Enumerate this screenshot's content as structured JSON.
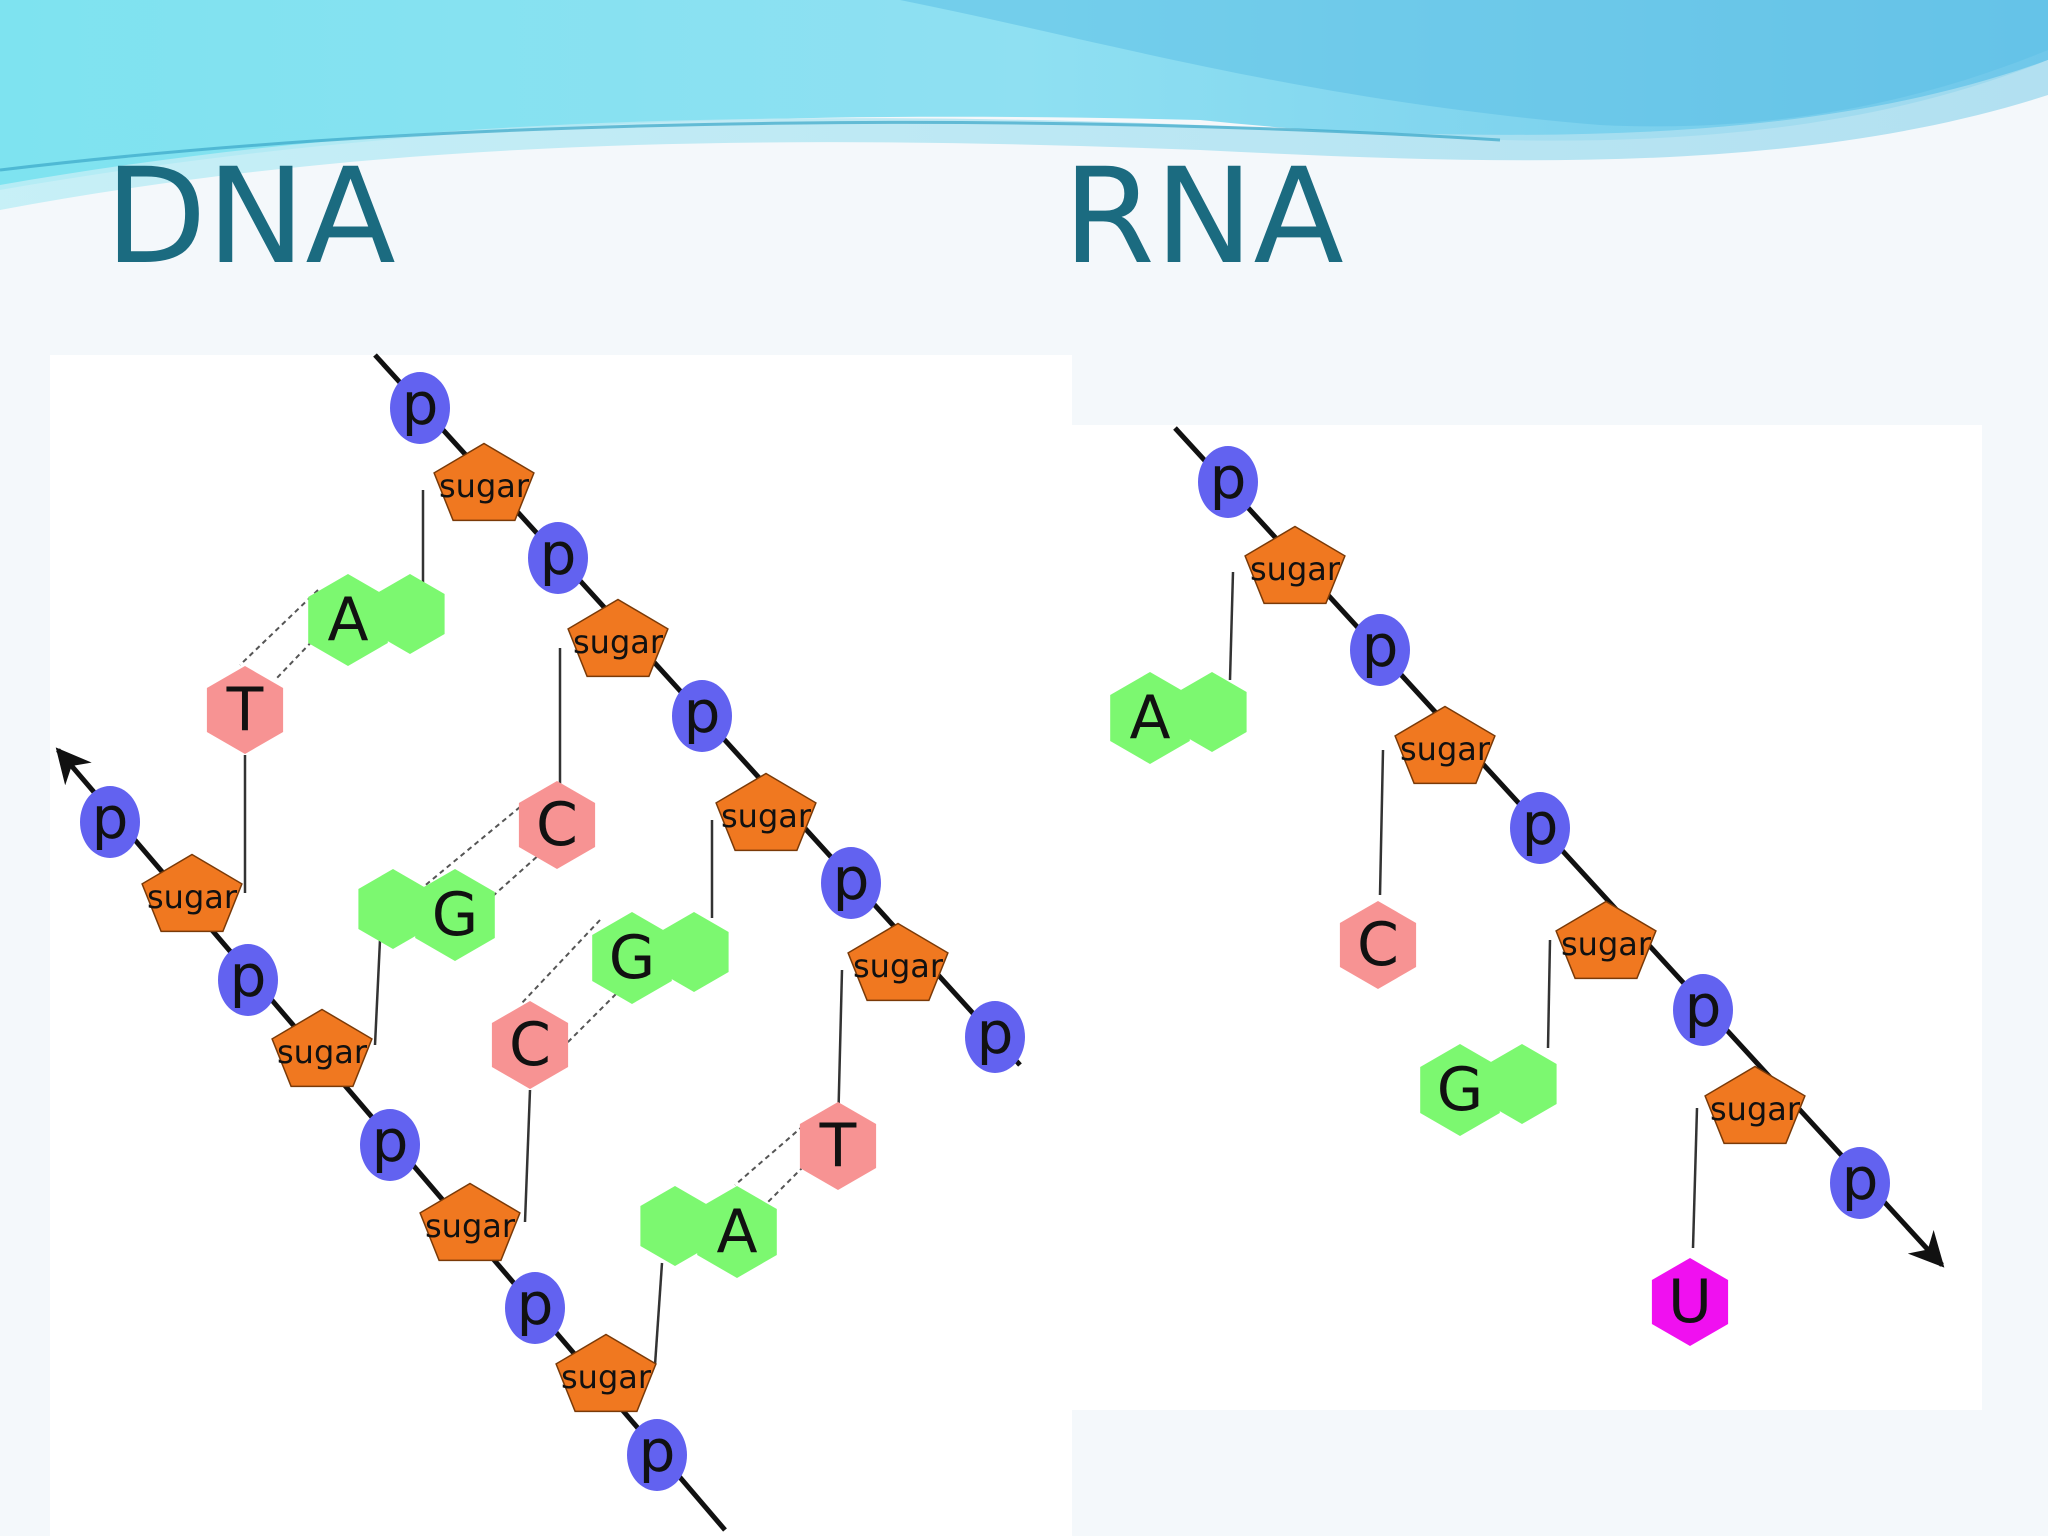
{
  "titles": {
    "dna": "DNA",
    "rna": "RNA"
  },
  "labels": {
    "phosphate": "p",
    "sugar": "sugar"
  },
  "colors": {
    "phosphate": "#6262f0",
    "sugar": "#f07820",
    "adenine": "#7cf870",
    "guanine": "#7cf870",
    "cytosine": "#f79393",
    "thymine": "#f79393",
    "uracil": "#f010f0",
    "title": "#1b6b80"
  },
  "dna": {
    "strand_1_bases": [
      "A",
      "C",
      "G",
      "T"
    ],
    "strand_2_bases": [
      "T",
      "G",
      "C",
      "A"
    ],
    "base_pairs": [
      [
        "A",
        "T"
      ],
      [
        "C",
        "G"
      ],
      [
        "G",
        "C"
      ],
      [
        "T",
        "A"
      ]
    ]
  },
  "rna": {
    "bases": [
      "A",
      "C",
      "G",
      "U"
    ]
  }
}
